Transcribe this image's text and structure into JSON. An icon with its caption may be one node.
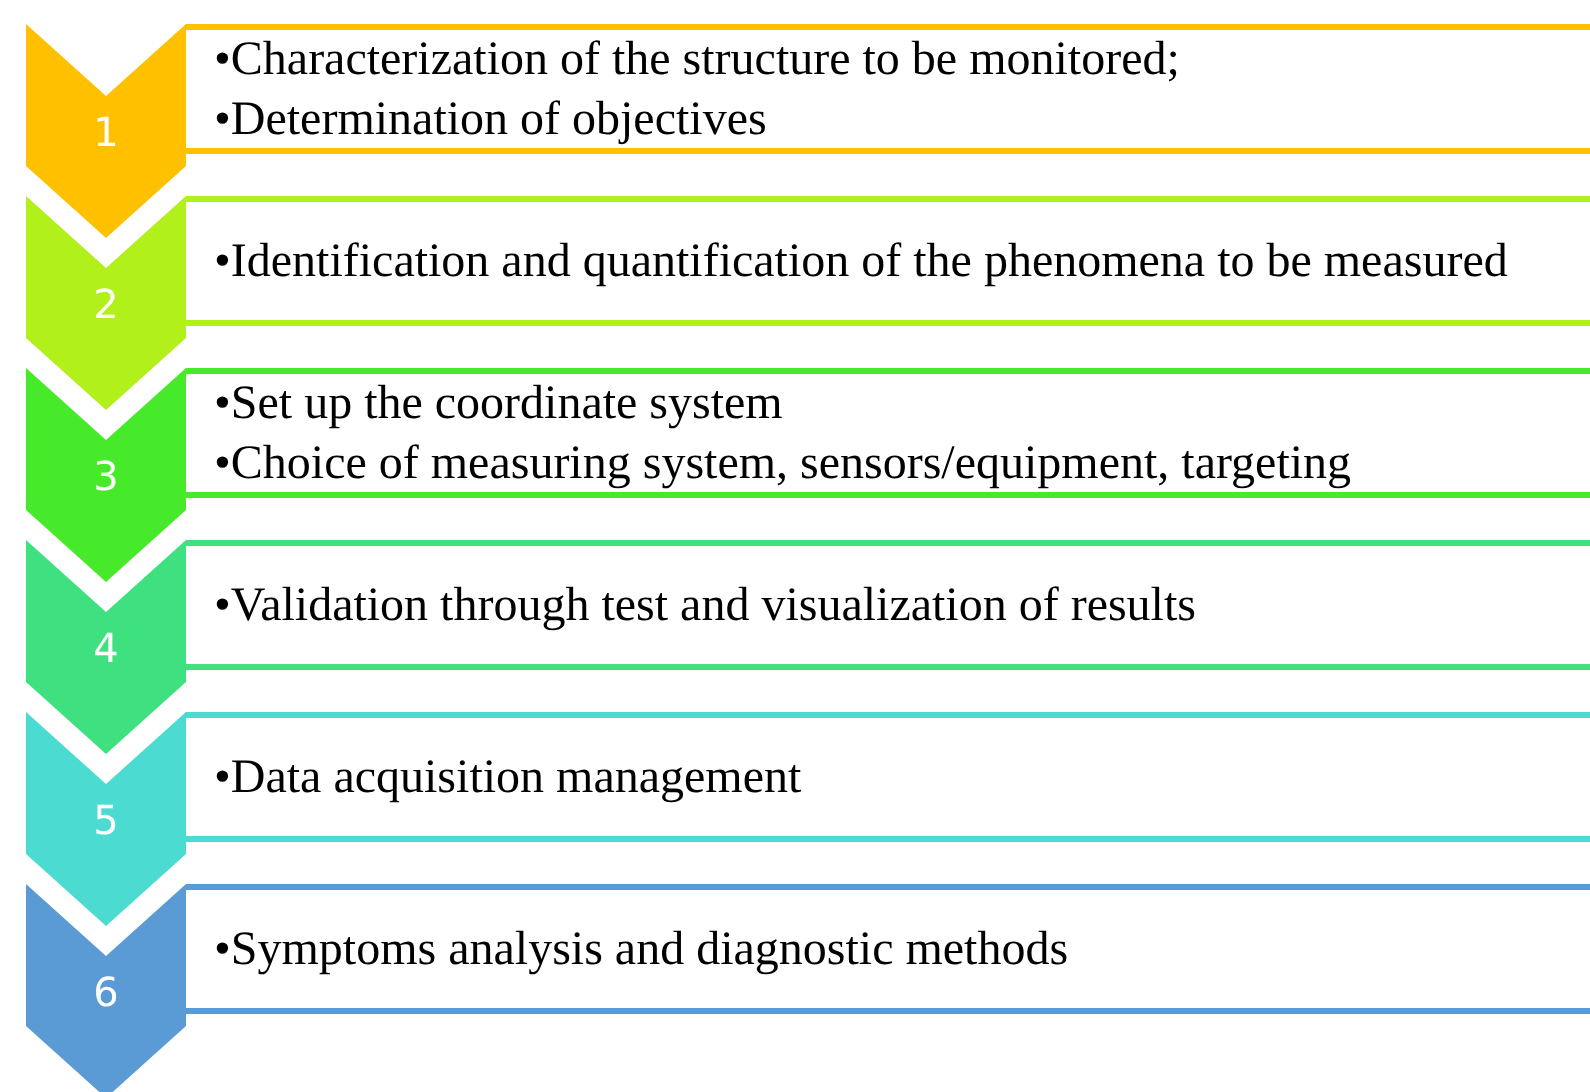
{
  "diagram": {
    "nodes": [
      {
        "text": [
          "1"
        ]
      },
      {
        "text": [
          "•Characterization of the structure to be monitored;",
          "•Determination of objectives"
        ]
      },
      {
        "text": [
          "2"
        ]
      },
      {
        "text": [
          "•Identification and quantification of the phenomena to be measured"
        ]
      },
      {
        "text": [
          "3"
        ]
      },
      {
        "text": [
          "•Set up the coordinate system",
          "•Choice of measuring system, sensors/equipment, targeting"
        ]
      },
      {
        "text": [
          "4"
        ]
      },
      {
        "text": [
          "•Validation through test and visualization of results"
        ]
      },
      {
        "text": [
          "5"
        ]
      },
      {
        "text": [
          "•Data acquisition management"
        ]
      },
      {
        "text": [
          "6"
        ]
      },
      {
        "text": [
          "•Symptoms analysis and diagnostic methods"
        ]
      }
    ]
  }
}
